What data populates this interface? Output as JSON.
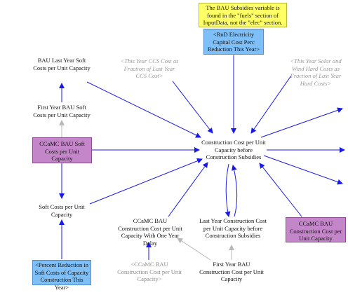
{
  "diagram": {
    "note": "The BAU Subsidies variable is found in the \"fuels\" section of InputData, not the \"elec\" section.",
    "nodes": {
      "rnd_shadow": "<RnD Electricity Capital Cost Perc Reduction This Year>",
      "bau_last_year_soft": "BAU Last Year Soft Costs per Unit Capacity",
      "ccs_shadow": "<This Year CCS Cost as Fraction of Last Year CCS Cost>",
      "solar_wind_shadow": "<This Year Solar and Wind Hard Costs as Fraction of Last Year Hard Costs>",
      "first_year_bau_soft": "First Year BAU Soft Costs per Unit Capacity",
      "ccamc_bau_soft": "CCaMC BAU Soft Costs per Unit Capacity",
      "construction_cost": "Construction Cost per Unit Capacity before Construction Subsidies",
      "soft_costs": "Soft Costs per Unit Capacity",
      "ccamc_one_year_delay": "CCaMC BAU Construction Cost per Unit Capacity With One Year Delay",
      "last_year_construction": "Last Year Construction Cost per Unit Capacity before Construction Subsidies",
      "ccamc_bau_construction": "CCaMC BAU Construction Cost per Unit Capacity",
      "percent_reduction_shadow": "<Percent Reduction in Soft Costs of Capacity Construction This Year>",
      "ccamc_construction_shadow": "<CCaMC BAU Construction Cost per Unit Capacity>",
      "first_year_bau_construction": "First Year BAU Construction Cost per Unit Capacity"
    }
  },
  "colors": {
    "arrow": "#1a1ae6",
    "ghost_arrow": "#b8b8b8",
    "shadow_blue": "#7fbff7",
    "purple": "#c386c8",
    "note_yellow": "#ffff66"
  }
}
